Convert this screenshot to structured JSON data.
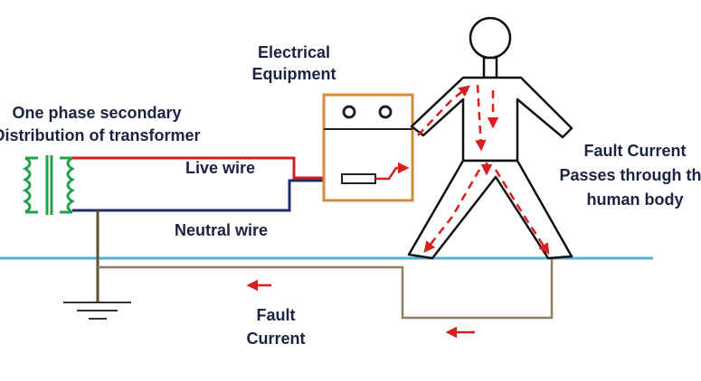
{
  "labels": {
    "transformer": [
      "One phase secondary",
      "Distribution of transformer"
    ],
    "equipment": [
      "Electrical",
      "Equipment"
    ],
    "live_wire": "Live wire",
    "neutral_wire": "Neutral wire",
    "fault_current_body": [
      "Fault Current",
      "Passes through the",
      "human body"
    ],
    "fault_current_ground": [
      "Fault",
      "Current"
    ]
  },
  "colors": {
    "live": "#cc2222",
    "neutral": "#1f2f6b",
    "ground_line": "#4fb3d9",
    "earth_wire": "#8a8060",
    "coil": "#22a04a",
    "equipment_box": "#d98a3a",
    "arrow": "#d62020"
  }
}
